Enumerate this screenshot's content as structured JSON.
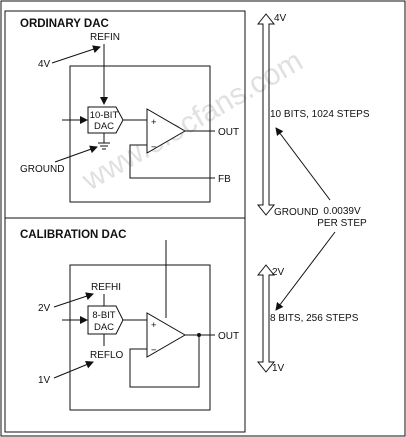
{
  "watermark": "www.elecfans.com",
  "ordinary": {
    "title": "ORDINARY DAC",
    "refin": "REFIN",
    "ref_voltage": "4V",
    "dac_line1": "10-BIT",
    "dac_line2": "DAC",
    "ground": "GROUND",
    "out": "OUT",
    "fb": "FB",
    "plus": "+",
    "minus": "−"
  },
  "calibration": {
    "title": "CALIBRATION DAC",
    "refhi": "REFHI",
    "refhi_voltage": "2V",
    "dac_line1": "8-BIT",
    "dac_line2": "DAC",
    "reflo": "REFLO",
    "reflo_voltage": "1V",
    "out": "OUT",
    "plus": "+",
    "minus": "−"
  },
  "scale_top": {
    "top": "4V",
    "bottom": "GROUND",
    "resolution": "10 BITS, 1024 STEPS"
  },
  "scale_bottom": {
    "top": "2V",
    "bottom": "1V",
    "resolution": "8 BITS, 256 STEPS"
  },
  "step": {
    "line1": "0.0039V",
    "line2": "PER STEP"
  }
}
